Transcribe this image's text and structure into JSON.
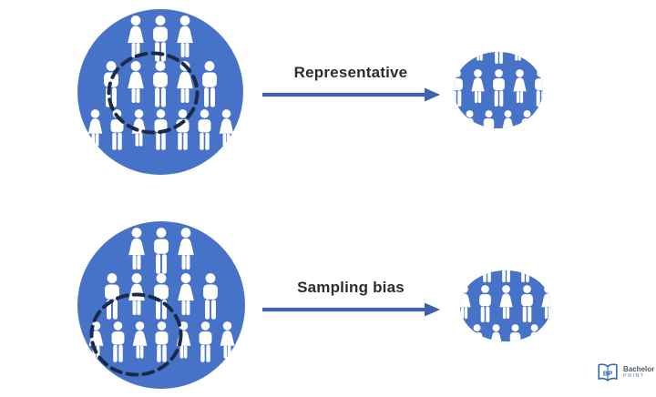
{
  "colors": {
    "circle_blue": "#4673c8",
    "arrow_blue": "#3e62ae",
    "dashed_dark": "#1c2a4a",
    "text_dark": "#2d2d2d",
    "figure_white": "#ffffff",
    "logo_blue": "#2f6db5"
  },
  "sections": [
    {
      "id": "representative",
      "arrow_label": "Representative",
      "population": {
        "row1": [
          "F",
          "M",
          "F"
        ],
        "row2": [
          "M",
          "F",
          "M",
          "F",
          "M"
        ],
        "row3": [
          "F",
          "M",
          "F",
          "M",
          "M",
          "M",
          "F"
        ]
      },
      "selection_position": "center",
      "sample": {
        "top": [
          "M",
          "F",
          "M",
          "F",
          "M"
        ],
        "middle": [
          "M",
          "F",
          "M",
          "F",
          "M"
        ],
        "bottom": [
          "M",
          "F",
          "M",
          "F",
          "M",
          "F"
        ]
      }
    },
    {
      "id": "sampling-bias",
      "arrow_label": "Sampling bias",
      "population": {
        "row1": [
          "F",
          "M",
          "F"
        ],
        "row2": [
          "M",
          "F",
          "M",
          "F",
          "M"
        ],
        "row3": [
          "F",
          "M",
          "F",
          "M",
          "F",
          "M",
          "F"
        ]
      },
      "selection_position": "bottom-left",
      "sample": {
        "top": [
          "M",
          "M",
          "M",
          "M",
          "M"
        ],
        "middle": [
          "F",
          "M",
          "F",
          "M",
          "F"
        ],
        "bottom": [
          "F",
          "M",
          "F",
          "M",
          "F",
          "M"
        ]
      }
    }
  ],
  "logo": {
    "brand": "Bachelor",
    "brand_sub": "Print",
    "monogram": "BP"
  }
}
